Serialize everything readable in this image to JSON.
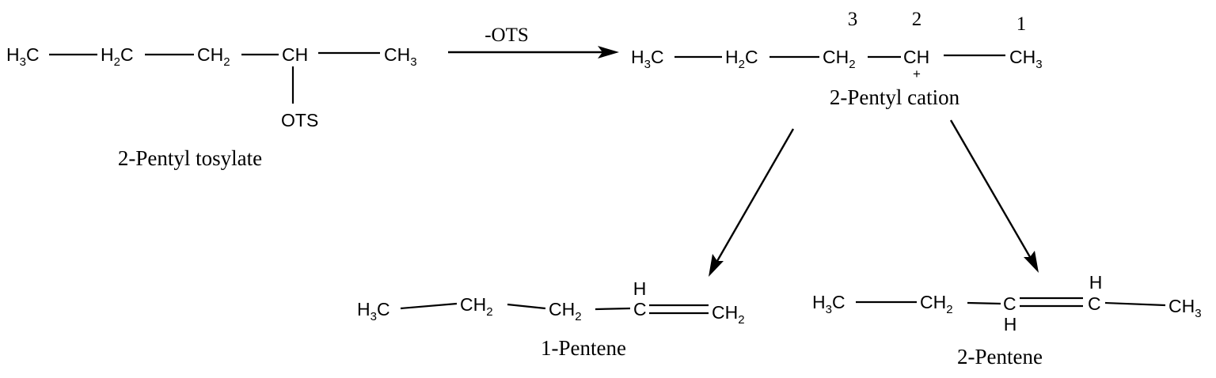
{
  "reactant": {
    "atoms": [
      "H3C",
      "H2C",
      "CH2",
      "CH",
      "CH3"
    ],
    "substituent": "OTS",
    "name": "2-Pentyl tosylate"
  },
  "reaction": {
    "reagent": "-OTS"
  },
  "intermediate": {
    "atoms": [
      "H3C",
      "H2C",
      "CH2",
      "CH",
      "CH3"
    ],
    "positions": [
      "3",
      "2",
      "1"
    ],
    "charge": "+",
    "name": "2-Pentyl cation"
  },
  "product_1": {
    "atoms": [
      "H3C",
      "CH2",
      "CH2",
      "C",
      "CH2"
    ],
    "h_above": "H",
    "name": "1-Pentene"
  },
  "product_2": {
    "atoms": [
      "H3C",
      "CH2",
      "C",
      "C",
      "CH3"
    ],
    "h_below": "H",
    "h_above": "H",
    "name": "2-Pentene"
  }
}
